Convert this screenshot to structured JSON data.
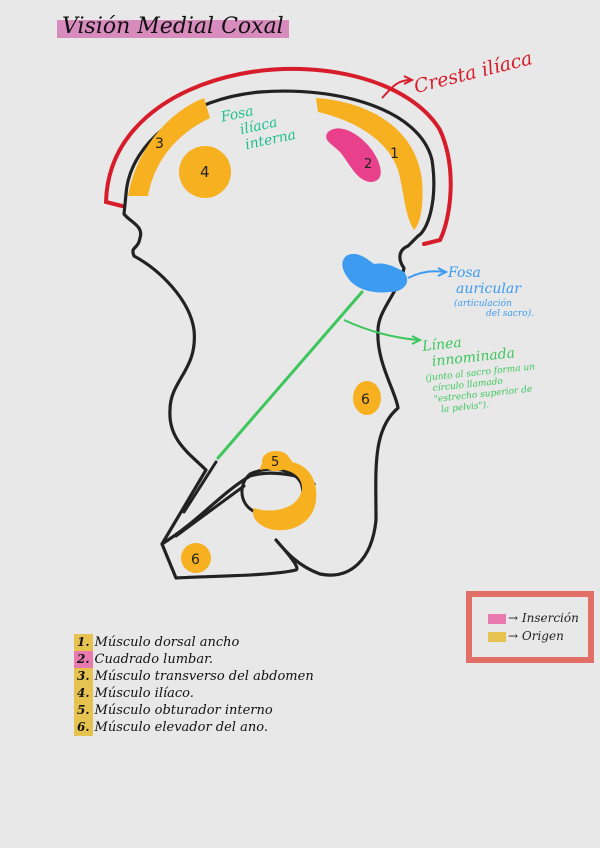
{
  "title": "Visión Medial Coxal",
  "colors": {
    "background": "#e8e8e8",
    "outline": "#222222",
    "crest": "#d71d2b",
    "origin": "#f7b020",
    "insertion": "#e8408a",
    "auricular": "#3d9bf0",
    "arcuate_line": "#3cc65b",
    "fossa_text": "#22c08e",
    "title_highlight": "#d88bbd",
    "legend_border": "#e16f67",
    "origin_swatch": "#e6c250",
    "insertion_swatch": "#e97ab0"
  },
  "labels": {
    "cresta": "Cresta ilíaca",
    "fosa_iliaca": [
      "Fosa",
      "ilíaca",
      "interna"
    ],
    "fosa_auricular": [
      "Fosa",
      "auricular"
    ],
    "fosa_auricular_note": [
      "(articulación",
      "del sacro)."
    ],
    "linea": [
      "Línea",
      "innominada"
    ],
    "linea_note": [
      "(junto al sacro forma un",
      "círculo llamado",
      "\"estrecho superior de",
      "la pelvis\")."
    ]
  },
  "markers": [
    {
      "id": 1,
      "kind": "origin"
    },
    {
      "id": 2,
      "kind": "insertion"
    },
    {
      "id": 3,
      "kind": "origin"
    },
    {
      "id": 4,
      "kind": "origin"
    },
    {
      "id": 5,
      "kind": "origin"
    },
    {
      "id": 6,
      "kind": "origin"
    },
    {
      "id": 6,
      "kind": "origin"
    }
  ],
  "muscles": [
    {
      "num": "1.",
      "name": "Músculo dorsal ancho",
      "swatch": "#e6c250"
    },
    {
      "num": "2.",
      "name": "Cuadrado lumbar.",
      "swatch": "#e97ab0"
    },
    {
      "num": "3.",
      "name": "Músculo transverso del abdomen",
      "swatch": "#e6c250"
    },
    {
      "num": "4.",
      "name": "Músculo ilíaco.",
      "swatch": "#e6c250"
    },
    {
      "num": "5.",
      "name": "Músculo obturador interno",
      "swatch": "#e6c250"
    },
    {
      "num": "6.",
      "name": "Músculo elevador del ano.",
      "swatch": "#e6c250"
    }
  ],
  "legend": {
    "insertion": "→ Inserción",
    "origin": "→ Origen"
  }
}
